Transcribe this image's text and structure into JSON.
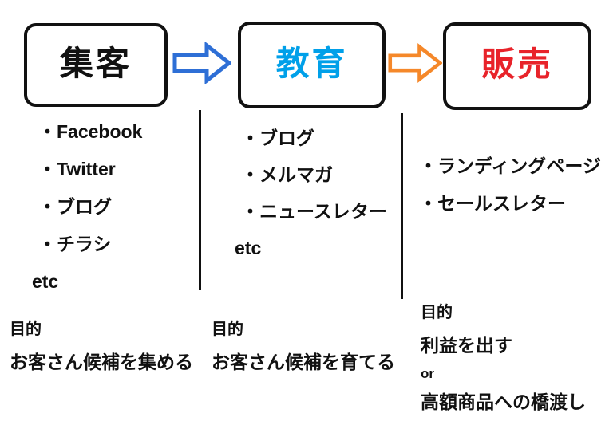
{
  "diagram": {
    "stages": [
      {
        "title": "集客",
        "title_color": "#111111",
        "items": [
          "・Facebook",
          "・Twitter",
          "・ブログ",
          "・チラシ"
        ],
        "etc_label": "etc",
        "purpose_label": "目的",
        "purpose_lines": [
          "お客さん候補を集める"
        ]
      },
      {
        "title": "教育",
        "title_color": "#00A0E9",
        "items": [
          "・ブログ",
          "・メルマガ",
          "・ニュースレター"
        ],
        "etc_label": "etc",
        "purpose_label": "目的",
        "purpose_lines": [
          "お客さん候補を育てる"
        ]
      },
      {
        "title": "販売",
        "title_color": "#E8232A",
        "items": [
          "・ランディングページ",
          "・セールスレター"
        ],
        "purpose_label": "目的",
        "purpose_lines": [
          "利益を出す",
          "or",
          "高額商品への橋渡し"
        ]
      }
    ],
    "arrows": [
      {
        "color": "#2E6FD6"
      },
      {
        "color": "#F5882A"
      }
    ]
  }
}
